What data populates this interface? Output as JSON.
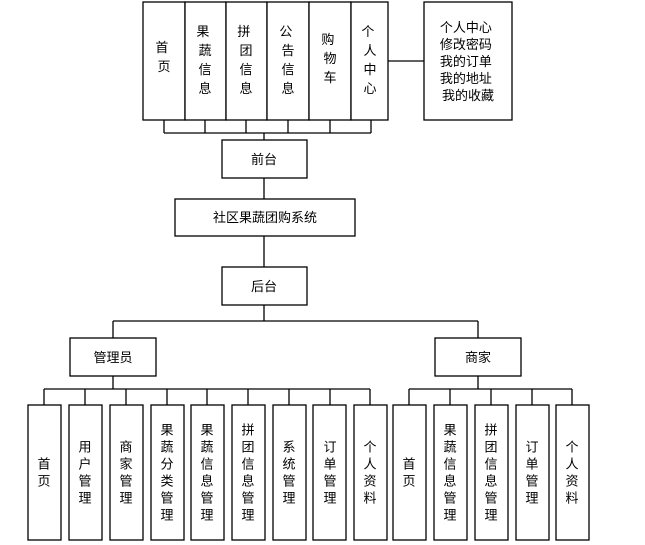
{
  "system": {
    "name": "社区果蔬团购系统"
  },
  "frontend": {
    "name": "前台",
    "modules": [
      "首页",
      "果蔬信息",
      "拼团信息",
      "公告信息",
      "购物车",
      "个人中心"
    ],
    "personal_center_items": [
      "个人中心",
      "修改密码",
      "我的订单",
      "我的地址",
      "我的收藏"
    ]
  },
  "backend": {
    "name": "后台",
    "roles": [
      {
        "name": "管理员",
        "modules": [
          "首页",
          "用户管理",
          "商家管理",
          "果蔬分类管理",
          "果蔬信息管理",
          "拼团信息管理",
          "系统管理",
          "订单管理",
          "个人资料"
        ]
      },
      {
        "name": "商家",
        "modules": [
          "首页",
          "果蔬信息管理",
          "拼团信息管理",
          "订单管理",
          "个人资料"
        ]
      }
    ]
  }
}
